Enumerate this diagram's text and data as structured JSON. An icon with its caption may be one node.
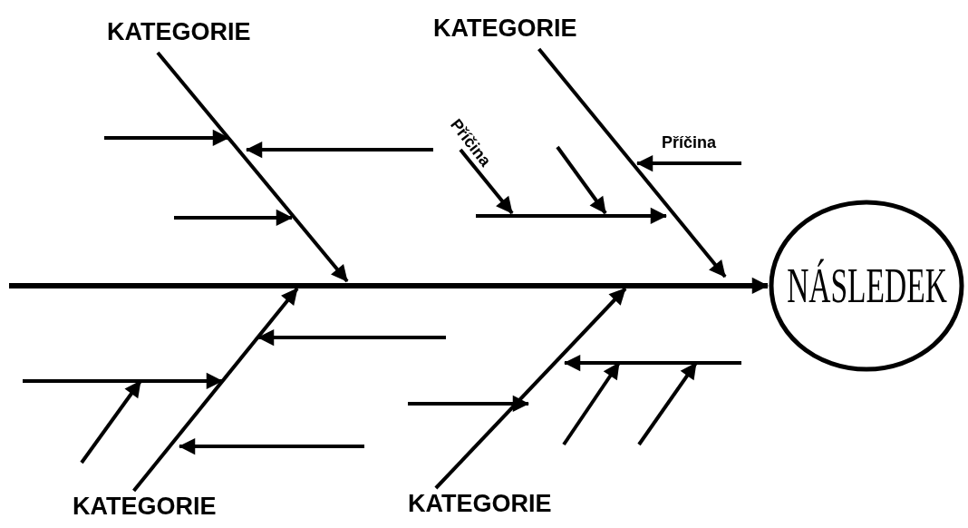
{
  "diagram": {
    "nodes": [
      {
        "text": [
          "KATEGORIE"
        ]
      },
      {
        "text": [
          "KATEGORIE"
        ]
      },
      {
        "text": [
          "KATEGORIE"
        ]
      },
      {
        "text": [
          "KATEGORIE"
        ]
      },
      {
        "text": [
          "NÁSLEDEK"
        ]
      }
    ],
    "edges": [
      {
        "from": null,
        "to": 4,
        "arrow": "to"
      },
      {
        "from": 0,
        "to": null,
        "arrow": "to"
      },
      {
        "from": 1,
        "to": null,
        "arrow": "to"
      },
      {
        "from": 2,
        "to": null,
        "arrow": "to"
      },
      {
        "from": 3,
        "to": null,
        "arrow": "to"
      }
    ],
    "labels": [
      "Příčina",
      "Příčina"
    ]
  }
}
